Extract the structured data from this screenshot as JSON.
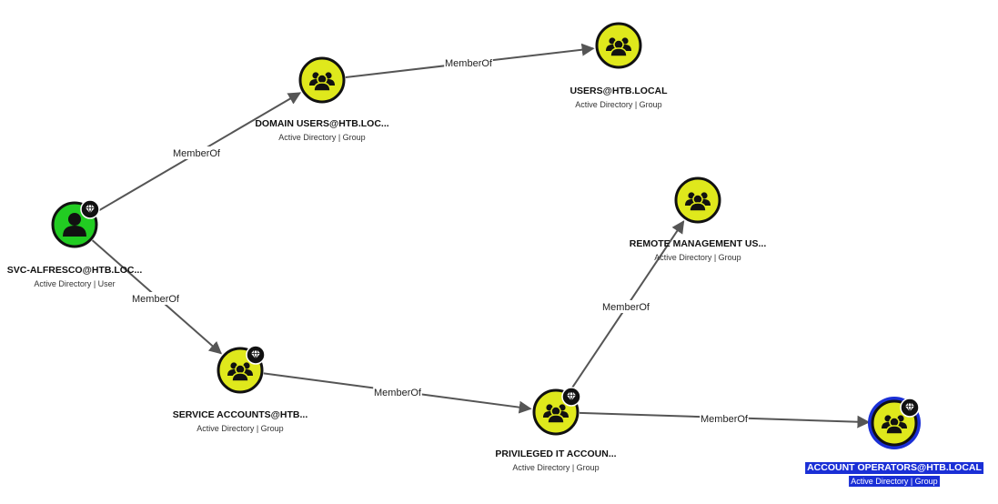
{
  "colors": {
    "group_fill": "#dfe81c",
    "user_fill": "#22cc22",
    "node_stroke": "#111111",
    "selected_ring": "#1a2fd6",
    "edge": "#555555"
  },
  "nodes": [
    {
      "id": "svc",
      "name": "SVC-ALFRESCO@HTB.LOC...",
      "subtitle": "Active Directory | User",
      "kind": "user",
      "icon": "user-icon",
      "badge": true,
      "selected": false
    },
    {
      "id": "domain_users",
      "name": "DOMAIN USERS@HTB.LOC...",
      "subtitle": "Active Directory | Group",
      "kind": "group",
      "icon": "group-icon",
      "badge": false,
      "selected": false
    },
    {
      "id": "users",
      "name": "USERS@HTB.LOCAL",
      "subtitle": "Active Directory | Group",
      "kind": "group",
      "icon": "group-icon",
      "badge": false,
      "selected": false
    },
    {
      "id": "service_accounts",
      "name": "SERVICE ACCOUNTS@HTB...",
      "subtitle": "Active Directory | Group",
      "kind": "group",
      "icon": "group-icon",
      "badge": true,
      "selected": false
    },
    {
      "id": "privileged_it",
      "name": "PRIVILEGED IT ACCOUN...",
      "subtitle": "Active Directory | Group",
      "kind": "group",
      "icon": "group-icon",
      "badge": true,
      "selected": false
    },
    {
      "id": "remote_mgmt",
      "name": "REMOTE MANAGEMENT US...",
      "subtitle": "Active Directory | Group",
      "kind": "group",
      "icon": "group-icon",
      "badge": false,
      "selected": false
    },
    {
      "id": "account_operators",
      "name": "ACCOUNT OPERATORS@HTB.LOCAL",
      "subtitle": "Active Directory | Group",
      "kind": "group",
      "icon": "group-icon",
      "badge": true,
      "selected": true
    }
  ],
  "edges": [
    {
      "from": "svc",
      "to": "domain_users",
      "label": "MemberOf"
    },
    {
      "from": "domain_users",
      "to": "users",
      "label": "MemberOf"
    },
    {
      "from": "svc",
      "to": "service_accounts",
      "label": "MemberOf"
    },
    {
      "from": "service_accounts",
      "to": "privileged_it",
      "label": "MemberOf"
    },
    {
      "from": "privileged_it",
      "to": "remote_mgmt",
      "label": "MemberOf"
    },
    {
      "from": "privileged_it",
      "to": "account_operators",
      "label": "MemberOf"
    }
  ]
}
